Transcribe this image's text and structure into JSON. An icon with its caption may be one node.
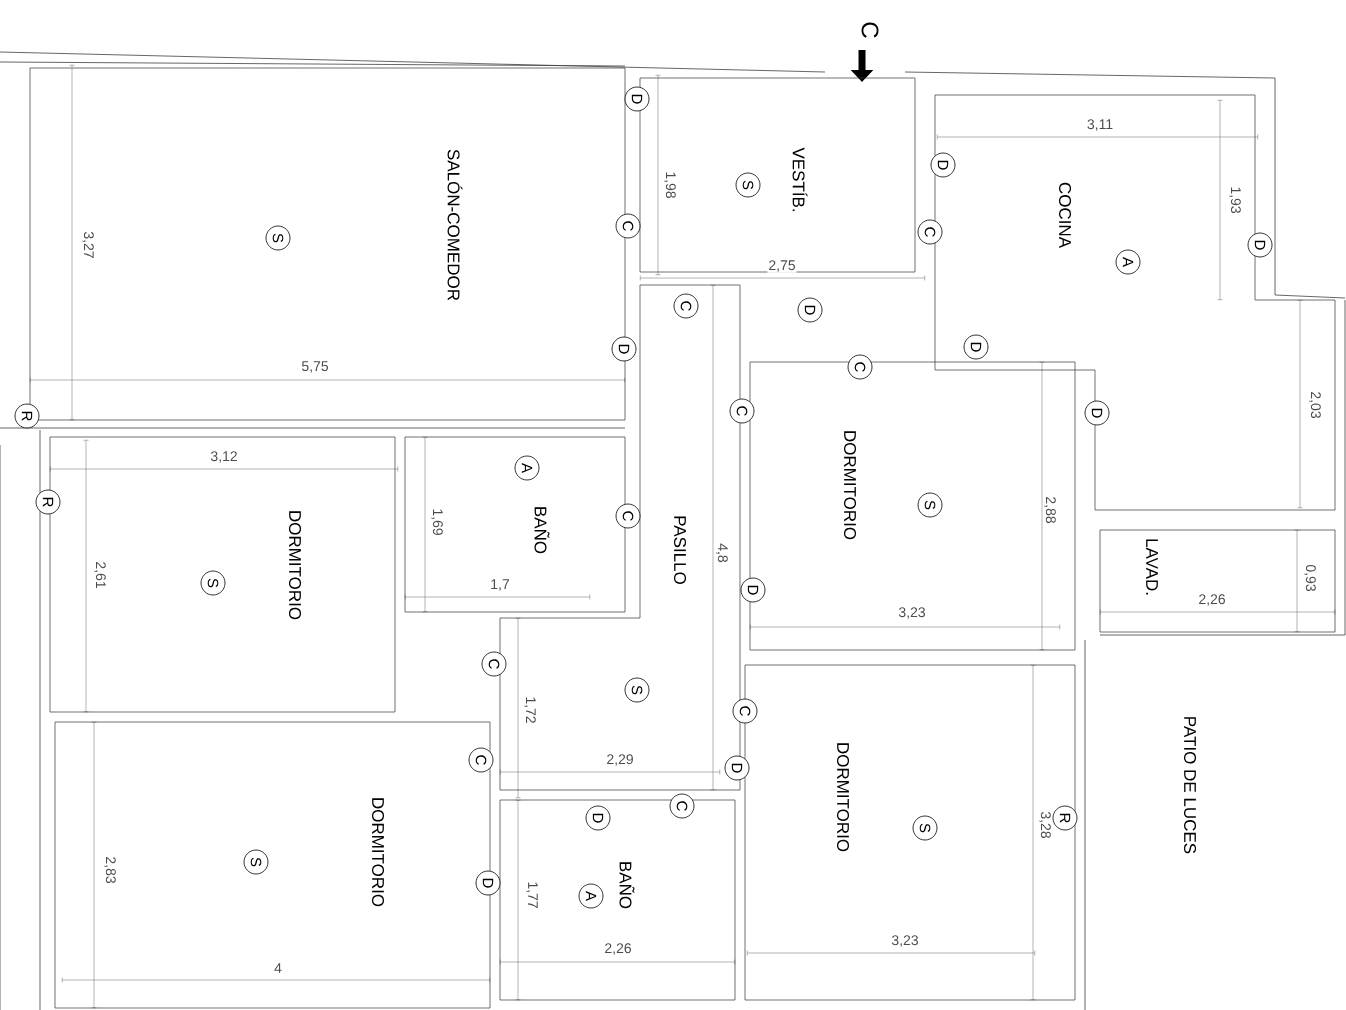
{
  "diagram": {
    "nodes": [
      {
        "text": [
          "SALÓN-COMEDOR"
        ]
      },
      {
        "text": [
          "VESTÍB."
        ]
      },
      {
        "text": [
          "COCINA"
        ]
      },
      {
        "text": [
          "DORMITORIO"
        ]
      },
      {
        "text": [
          "LAVAD."
        ]
      },
      {
        "text": [
          "PASILLO"
        ]
      },
      {
        "text": [
          "BAÑO"
        ]
      },
      {
        "text": [
          "DORMITORIO"
        ]
      },
      {
        "text": [
          "DORMITORIO"
        ]
      },
      {
        "text": [
          "BAÑO"
        ]
      },
      {
        "text": [
          "DORMITORIO"
        ]
      }
    ],
    "labels": [
      "C",
      "D",
      "3,11",
      "D",
      "1,98",
      "S",
      "1,93",
      "C",
      "C",
      "S",
      "3,27",
      "D",
      "A",
      "2,75",
      "C",
      "D",
      "D",
      "D",
      "5,75",
      "C",
      "2,03",
      "C",
      "D",
      "R",
      "3,12",
      "A",
      "R",
      "S",
      "2,88",
      "C",
      "1,69",
      "4,8",
      "2,61",
      "0,93",
      "S",
      "1,7",
      "D",
      "2,26",
      "3,23",
      "C",
      "S",
      "1,72",
      "C",
      "2,29",
      "C",
      "D",
      "PATIO DE LUCES",
      "C",
      "D",
      "R",
      "3,28",
      "S",
      "S",
      "2,83",
      "D",
      "1,77",
      "A",
      "3,23",
      "2,26",
      "4"
    ]
  }
}
